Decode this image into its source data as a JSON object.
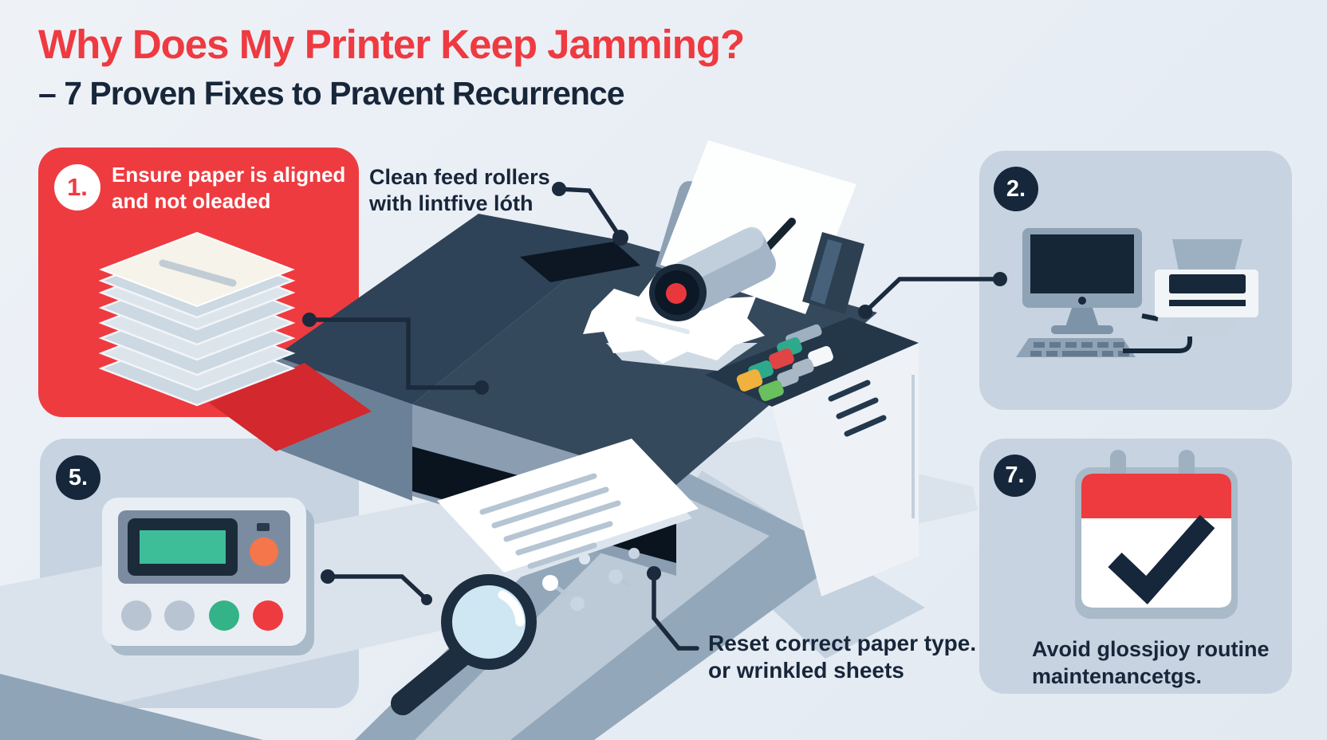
{
  "header": {
    "title": "Why Does My Printer Keep Jamming?",
    "subtitle": "– 7 Proven Fixes to Pravent Recurrence"
  },
  "colors": {
    "accent_red": "#ee3b40",
    "navy": "#16263b",
    "card_gray": "#c7d3e0",
    "background": "#eaeff5",
    "screen_teal": "#3dbd98",
    "button_teal": "#35b388",
    "button_orange": "#f4764a",
    "button_amber": "#f0b13e",
    "button_green": "#6abf5e"
  },
  "cards": {
    "step1": {
      "badge": "1.",
      "line1": "Ensure paper is aligned",
      "line2": "and not oleaded",
      "icon": "paper-stack"
    },
    "step2": {
      "badge": "2.",
      "icon": "computer-and-printer"
    },
    "step5": {
      "badge": "5.",
      "icon": "printer-control-panel"
    },
    "step7": {
      "badge": "7.",
      "icon": "calendar-check",
      "caption_line1": "Avoid glossjioy routine",
      "caption_line2": "maintenancetgs."
    }
  },
  "callouts": {
    "clean_rollers": {
      "line1": "Clean feed rollers",
      "line2": "with lintfive lóth"
    },
    "reset_paper": {
      "line1": "Reset correct paper type.",
      "line2": "or wrinkled sheets"
    }
  }
}
